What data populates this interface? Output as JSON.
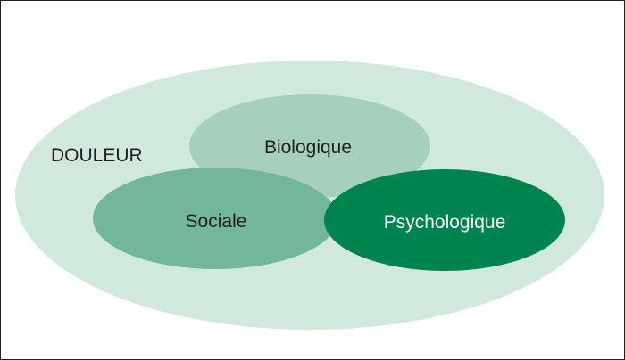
{
  "diagram": {
    "outer_label": "DOULEUR",
    "circles": {
      "biologique": {
        "label": "Biologique"
      },
      "sociale": {
        "label": "Sociale"
      },
      "psychologique": {
        "label": "Psychologique"
      }
    }
  },
  "colors": {
    "outer_fill": "#d1e8dc",
    "biologique_fill": "#a6d0bb",
    "sociale_fill": "#73b79a",
    "psychologique_fill": "#00844f",
    "text_dark": "#231f20",
    "text_light": "#ffffff"
  }
}
